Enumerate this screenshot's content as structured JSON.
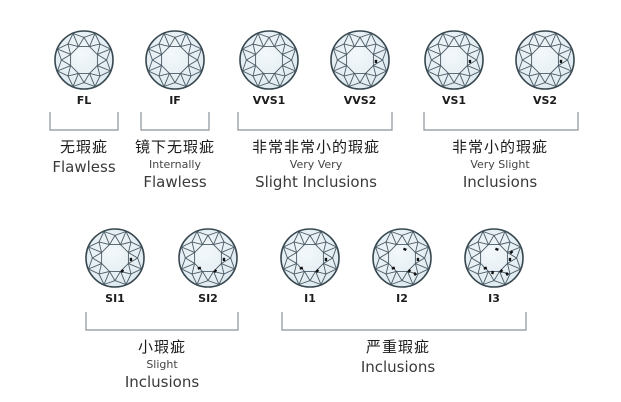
{
  "title": "",
  "groups": [
    {
      "id": "fl",
      "grades": [
        {
          "code": "FL",
          "inclusions": 0
        }
      ],
      "zh": "无瑕疵",
      "en_small": "",
      "en_big": "Flawless"
    },
    {
      "id": "if",
      "grades": [
        {
          "code": "IF",
          "inclusions": 0
        }
      ],
      "zh": "镜下无瑕疵",
      "en_small": "Internally",
      "en_big": "Flawless"
    },
    {
      "id": "vvs",
      "grades": [
        {
          "code": "VVS1",
          "inclusions": 0
        },
        {
          "code": "VVS2",
          "inclusions": 1
        }
      ],
      "zh": "非常非常小的瑕疵",
      "en_small": "Very Very",
      "en_big": "Slight Inclusions"
    },
    {
      "id": "vs",
      "grades": [
        {
          "code": "VS1",
          "inclusions": 1
        },
        {
          "code": "VS2",
          "inclusions": 1
        }
      ],
      "zh": "非常小的瑕疵",
      "en_small": "Very Slight",
      "en_big": "Inclusions"
    },
    {
      "id": "si",
      "grades": [
        {
          "code": "SI1",
          "inclusions": 2
        },
        {
          "code": "SI2",
          "inclusions": 3
        }
      ],
      "zh": "小瑕疵",
      "en_small": "Slight",
      "en_big": "Inclusions"
    },
    {
      "id": "i",
      "grades": [
        {
          "code": "I1",
          "inclusions": 3
        },
        {
          "code": "I2",
          "inclusions": 5
        },
        {
          "code": "I3",
          "inclusions": 7
        }
      ],
      "zh": "严重瑕疵",
      "en_small": "",
      "en_big": "Inclusions"
    }
  ],
  "colors": {
    "diamond_fill": "#dde9ef",
    "diamond_highlight": "#f3f8fb",
    "diamond_outline": "#37474f",
    "facet_line": "#4a5a64",
    "bracket": "#8a9299",
    "inclusion": "#111111"
  }
}
